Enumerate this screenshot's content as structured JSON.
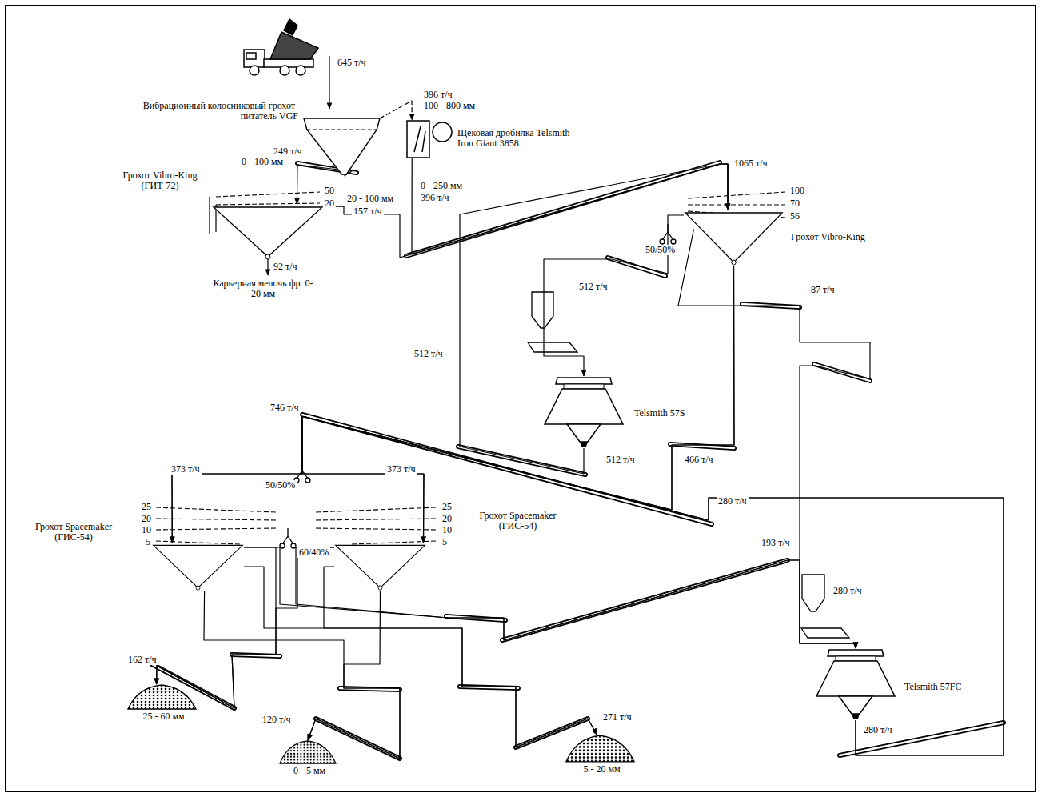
{
  "diagram": {
    "nodes": [
      {
        "text": [
          "Вибрационный колосниковый грохот-питатель VGF"
        ]
      },
      {
        "text": [
          "Щековая дробилка Telsmith Iron Giant 3858"
        ]
      },
      {
        "text": [
          "Грохот Vibro-King (ГИТ-72)"
        ]
      },
      {
        "text": [
          "Грохот Vibro-King"
        ]
      },
      {
        "text": [
          "Telsmith 57S"
        ]
      },
      {
        "text": [
          "Грохот Spacemaker (ГИС-54)"
        ]
      },
      {
        "text": [
          "Грохот Spacemaker (ГИС-54)"
        ]
      },
      {
        "text": [
          "Telsmith 57FC"
        ]
      },
      {
        "text": [
          "25 - 60 мм"
        ]
      },
      {
        "text": [
          "0 - 5 мм"
        ]
      },
      {
        "text": [
          "5 - 20 мм"
        ]
      }
    ],
    "edges": [
      {
        "from": 0,
        "to": 1,
        "arrow": "to"
      },
      {
        "from": 0,
        "to": 2,
        "arrow": "to"
      },
      {
        "from": 1,
        "to": 3,
        "arrow": "to"
      },
      {
        "from": 2,
        "to": 3,
        "arrow": "to"
      },
      {
        "from": 3,
        "to": 4,
        "arrow": "to"
      },
      {
        "from": 4,
        "to": 3,
        "arrow": "to"
      },
      {
        "from": 3,
        "to": 7,
        "arrow": "to"
      },
      {
        "from": 3,
        "to": 5,
        "arrow": "to"
      },
      {
        "from": 3,
        "to": 6,
        "arrow": "to"
      },
      {
        "from": 7,
        "to": 5,
        "arrow": "to"
      },
      {
        "from": 7,
        "to": 6,
        "arrow": "to"
      },
      {
        "from": 5,
        "to": 7,
        "arrow": "to"
      },
      {
        "from": 6,
        "to": 7,
        "arrow": "to"
      },
      {
        "from": 5,
        "to": 8,
        "arrow": "to"
      },
      {
        "from": 6,
        "to": 8,
        "arrow": "to"
      },
      {
        "from": 5,
        "to": 9,
        "arrow": "to"
      },
      {
        "from": 6,
        "to": 9,
        "arrow": "to"
      },
      {
        "from": 5,
        "to": 10,
        "arrow": "to"
      },
      {
        "from": 6,
        "to": 10,
        "arrow": "to"
      }
    ],
    "labels": [
      "645 т/ч",
      "396 т/ч",
      "100 - 800 мм",
      "249 т/ч",
      "0 - 100 мм",
      "50",
      "20",
      "20 - 100 мм",
      "157 т/ч",
      "92 т/ч",
      "Карьерная мелочь фр. 0-20 мм",
      "0 - 250 мм",
      "396 т/ч",
      "1065 т/ч",
      "100",
      "70",
      "56",
      "50/50%",
      "512 т/ч",
      "87 т/ч",
      "512 т/ч",
      "512 т/ч",
      "466 т/ч",
      "280 т/ч",
      "746 т/ч",
      "373 т/ч",
      "373 т/ч",
      "50/50%",
      "25",
      "20",
      "10",
      "5",
      "25",
      "20",
      "10",
      "5",
      "60/40%",
      "193 т/ч",
      "280 т/ч",
      "280 т/ч",
      "162 т/ч",
      "120 т/ч",
      "271 т/ч"
    ]
  }
}
